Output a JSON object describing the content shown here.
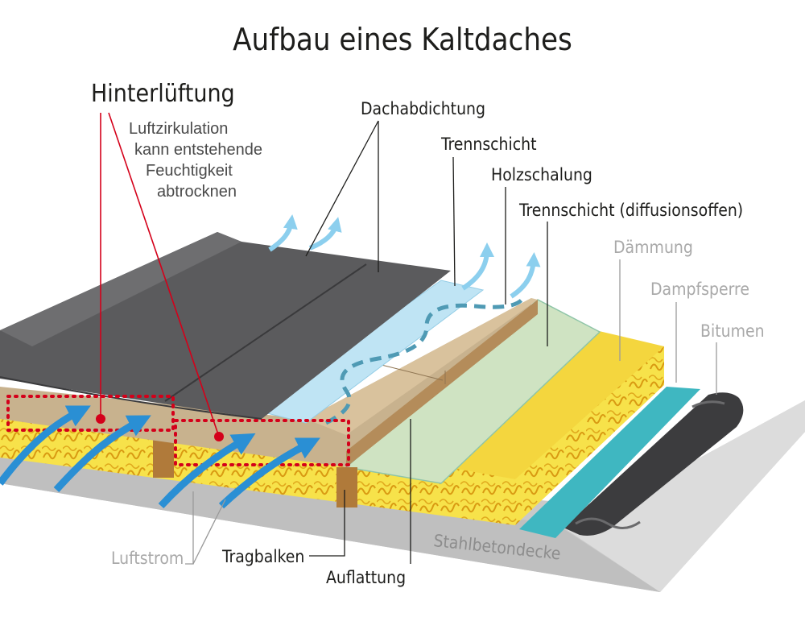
{
  "title": "Aufbau eines Kaltdaches",
  "hinterlueftung": {
    "heading": "Hinterlüftung",
    "note": [
      "Luftzirkulation",
      "kann entstehende",
      "Feuchtigkeit",
      "abtrocknen"
    ]
  },
  "labels": {
    "dachabdichtung": "Dachabdichtung",
    "trennschicht": "Trennschicht",
    "holzschalung": "Holzschalung",
    "trennschicht_diffusionsoffen": "Trennschicht (diffusionsoffen)",
    "daemmung": "Dämmung",
    "dampfsperre": "Dampfsperre",
    "bitumen": "Bitumen",
    "stahlbetondecke": "Stahlbetondecke",
    "luftstrom": "Luftstrom",
    "tragbalken": "Tragbalken",
    "auflattung": "Auflattung"
  },
  "colors": {
    "roofing_membrane": "#5b5b5d",
    "separation_layer": "#bfe4f4",
    "wood_boarding": "#c8b28e",
    "diffusion_layer": "#cfe3c2",
    "insulation": "#f4d63e",
    "vapour_barrier": "#3fb7c1",
    "bitumen": "#3c3c3e",
    "concrete": "#cdcdcd",
    "airflow_arrow": "#2a8fd4",
    "ventilation_marker": "#d4001a"
  }
}
